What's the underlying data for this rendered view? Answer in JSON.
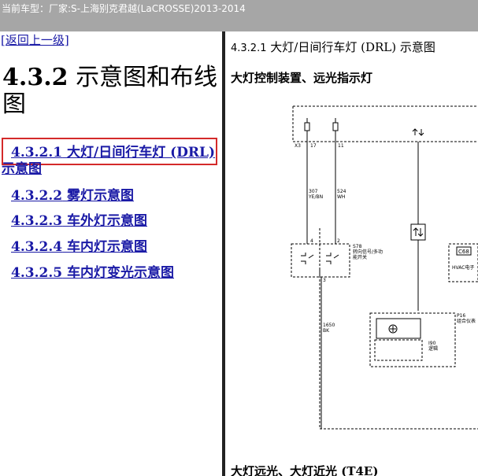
{
  "window": {
    "title": "当前车型：厂家:S-上海别克君越(LaCROSSE)2013-2014"
  },
  "left": {
    "back_link": "[返回上一级]",
    "heading_num": "4.3.2",
    "heading_text": "示意图和布线图",
    "links": [
      {
        "num": "4.3.2.1",
        "text": "大灯/日间行车灯 (DRL)",
        "text2": "示意图",
        "selected": true
      },
      {
        "num": "4.3.2.2",
        "text": "雾灯示意图"
      },
      {
        "num": "4.3.2.3",
        "text": "车外灯示意图"
      },
      {
        "num": "4.3.2.4",
        "text": "车内灯示意图"
      },
      {
        "num": "4.3.2.5",
        "text": "车内灯变光示意图"
      }
    ]
  },
  "right": {
    "heading_num": "4.3.2.1",
    "heading_text": "大灯/日间行车灯 (DRL) 示意图",
    "subheading": "大灯控制装置、远光指示灯",
    "bottom_heading": "大灯远光、大灯近光 (T4E)",
    "diagram": {
      "connector_x3": "X3",
      "pin_17": "17",
      "pin_11": "11",
      "wire1_num": "307",
      "wire1_color": "YE/BN",
      "wire2_num": "524",
      "wire2_color": "WH",
      "switch_pin_4": "4",
      "switch_pin_2": "2",
      "switch_pin_3": "3",
      "switch_id": "S78",
      "switch_name_1": "转向信号/多功",
      "switch_name_2": "能开关",
      "wire3_num": "1650",
      "wire3_color": "BK",
      "cluster_id": "P16",
      "cluster_name": "组合仪表",
      "cluster_item_1": "I90",
      "cluster_item_2": "逻辑",
      "module_id": "C68",
      "module_name": "HVAC电子"
    }
  }
}
